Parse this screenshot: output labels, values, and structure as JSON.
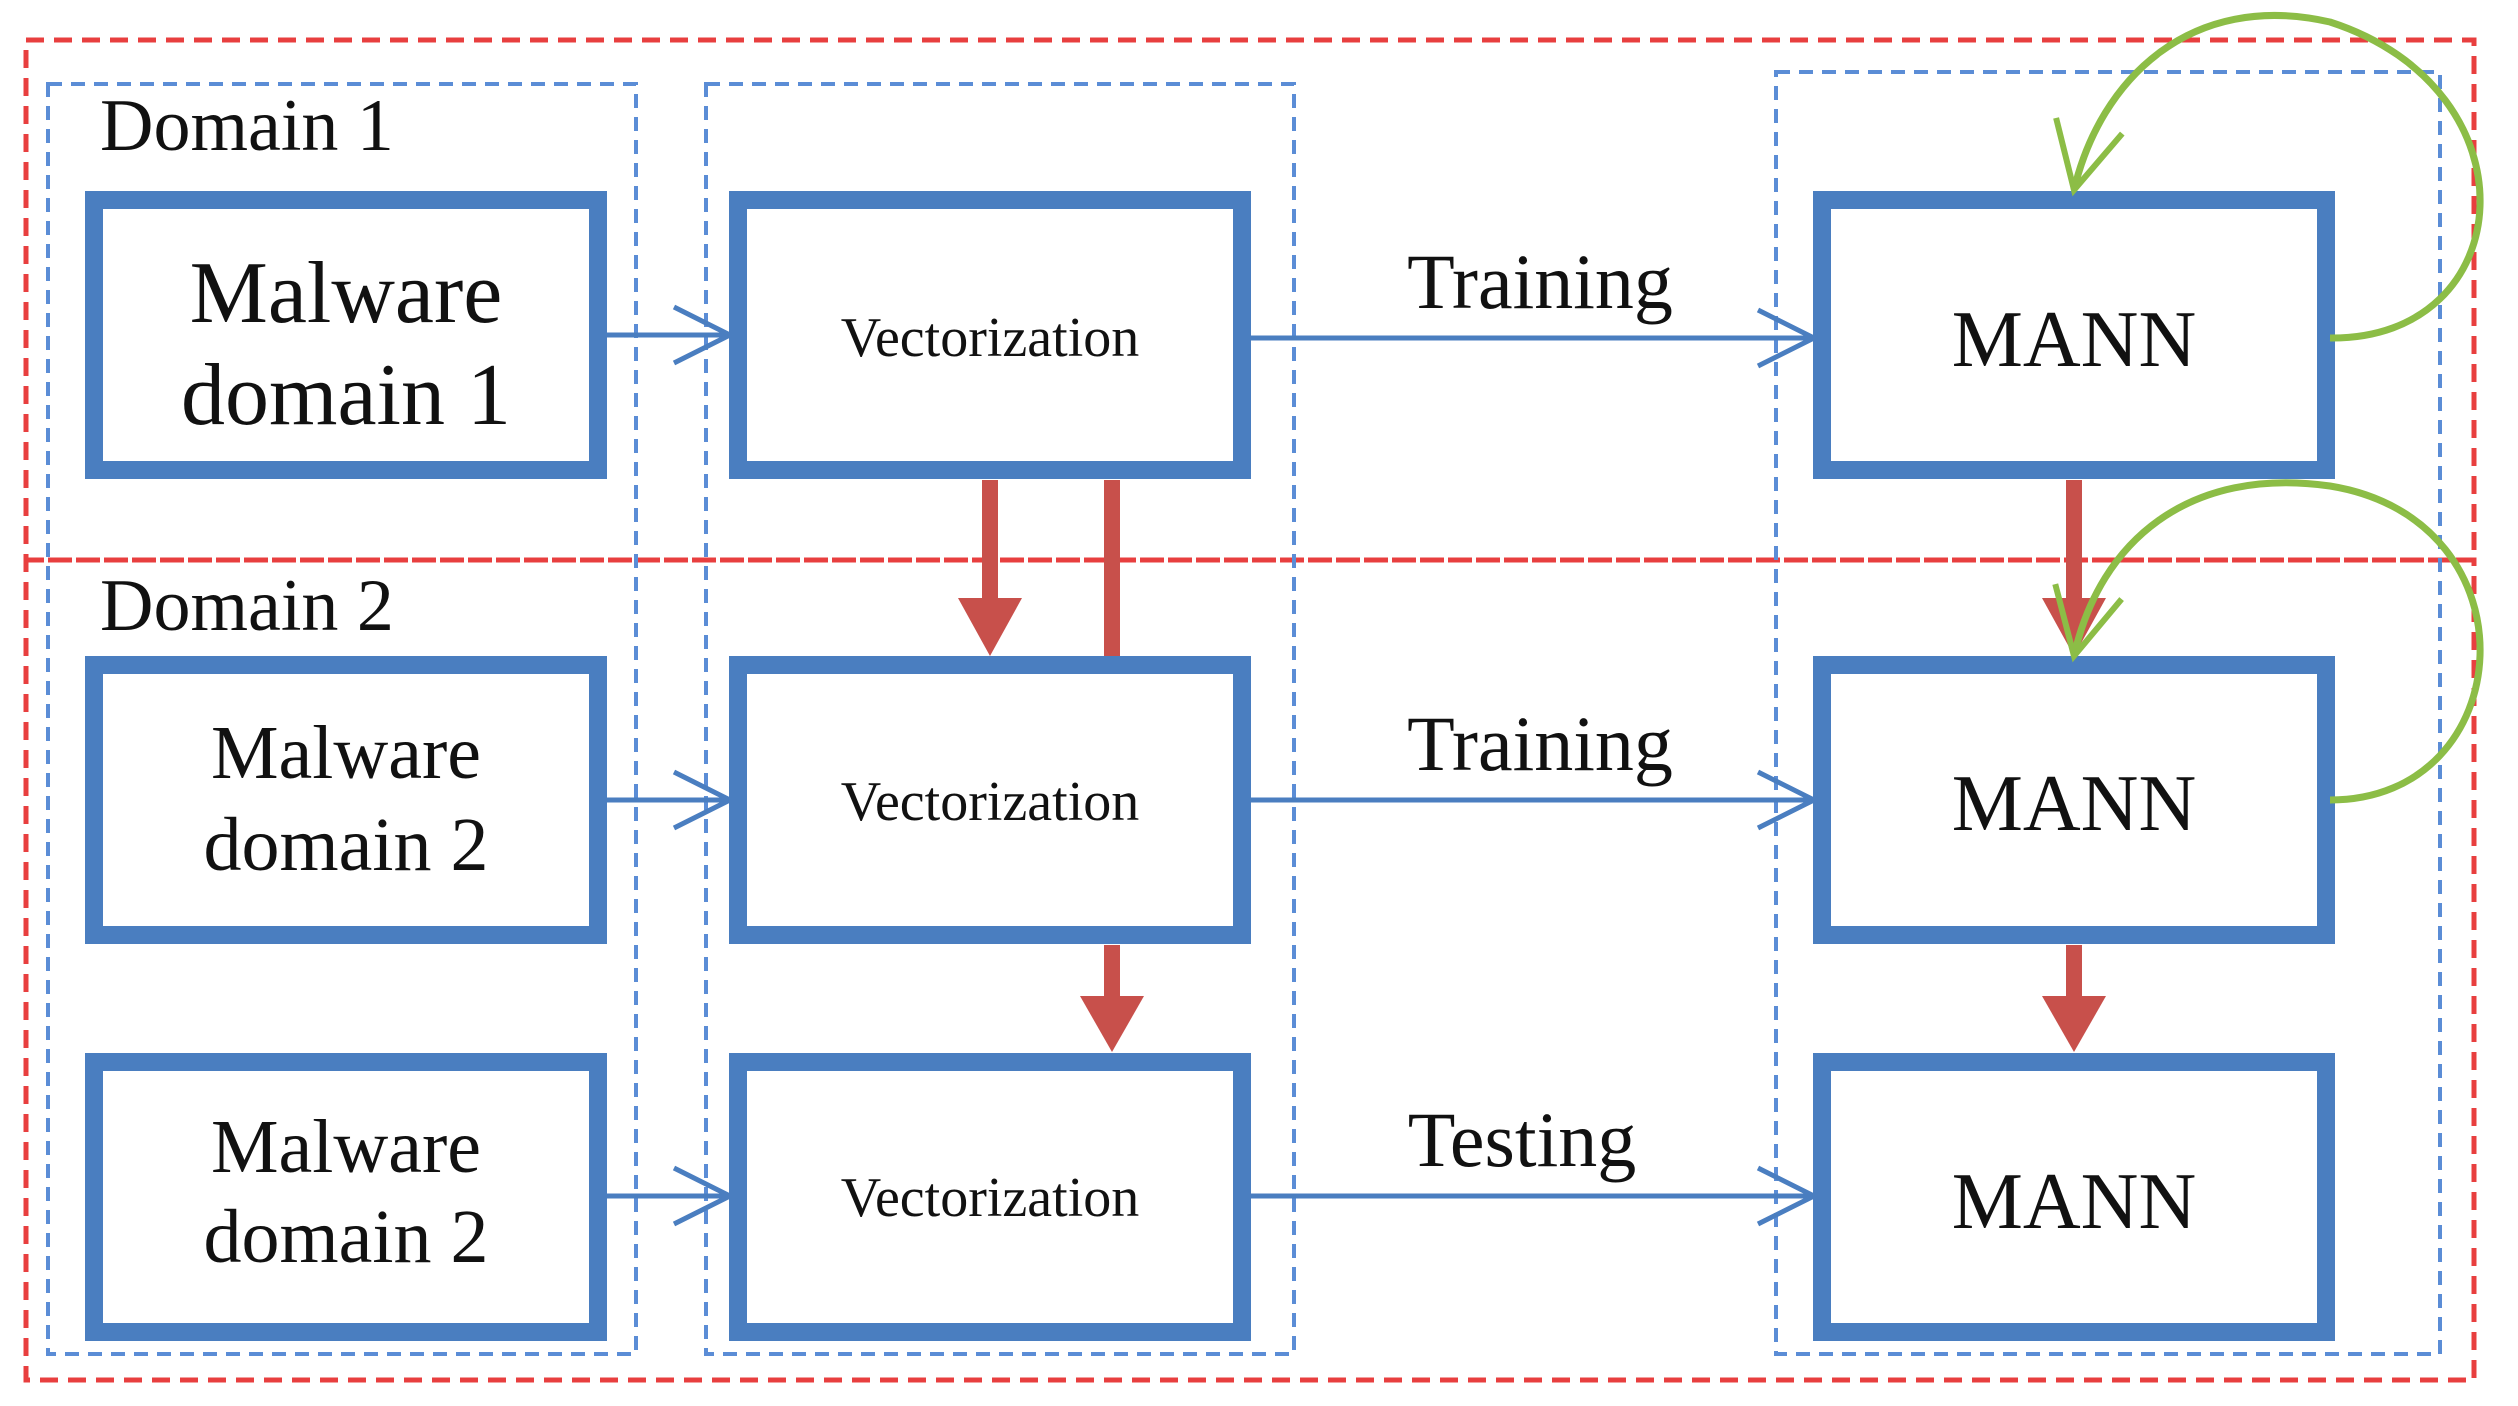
{
  "colors": {
    "box_border": "#4a7ec0",
    "flow_arrow": "#4a7ec0",
    "transfer_arrow": "#c8504b",
    "loop_arrow": "#8cbd46",
    "domain_outline": "#e83f3f",
    "stage_outline": "#5b8dd6",
    "text": "#111111"
  },
  "regions": {
    "domain1": {
      "label": "Domain 1"
    },
    "domain2": {
      "label": "Domain 2"
    }
  },
  "inputs": {
    "malware1": {
      "line1": "Malware",
      "line2": "domain 1"
    },
    "malware2": {
      "line1": "Malware",
      "line2": "domain 2"
    },
    "malware3": {
      "line1": "Malware",
      "line2": "domain 2"
    }
  },
  "vectorizers": {
    "vec1": {
      "label": "Vectorization"
    },
    "vec2": {
      "label": "Vectorization"
    },
    "vec3": {
      "label": "Vectorization"
    }
  },
  "models": {
    "mann1": {
      "label": "MANN"
    },
    "mann2": {
      "label": "MANN"
    },
    "mann3": {
      "label": "MANN"
    }
  },
  "edges": {
    "train1": {
      "label": "Training"
    },
    "train2": {
      "label": "Training"
    },
    "test": {
      "label": "Testing"
    }
  },
  "icons": {
    "flow": "open-arrow-icon",
    "transfer": "solid-arrow-icon",
    "loop": "loop-arrow-icon"
  }
}
